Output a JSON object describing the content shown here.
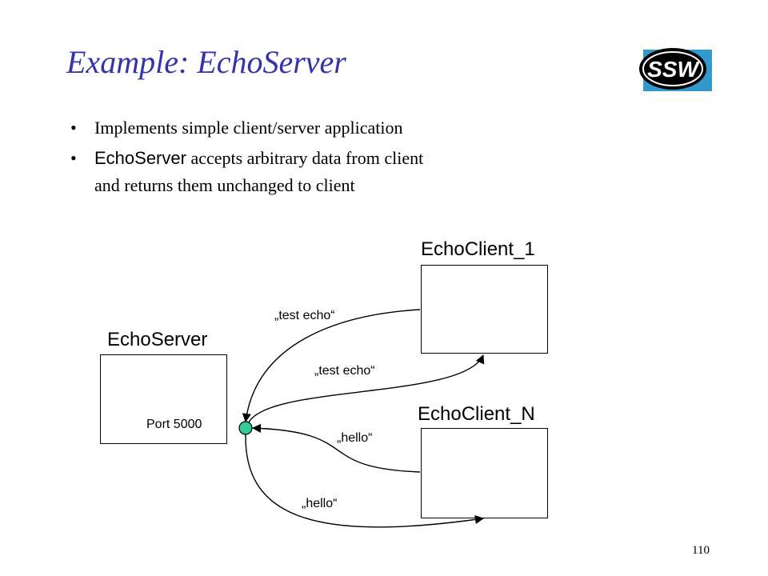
{
  "slide": {
    "title": "Example: EchoServer",
    "bullets": [
      {
        "text": "Implements simple client/server application"
      },
      {
        "code": "EchoServer",
        "text": " accepts arbitrary data from client",
        "continuation": "and returns them unchanged to client"
      }
    ],
    "page_number": "110",
    "title_color": "#3333aa"
  },
  "logo": {
    "text": "SSW",
    "accent": "#3399cc"
  },
  "diagram": {
    "server": {
      "label": "EchoServer",
      "port_label": "Port 5000",
      "port_color": "#33cc99"
    },
    "clients": [
      {
        "label": "EchoClient_1"
      },
      {
        "label": "EchoClient_N"
      }
    ],
    "messages": [
      "„test echo“",
      "„test echo“",
      "„hello“",
      "„hello“"
    ]
  }
}
